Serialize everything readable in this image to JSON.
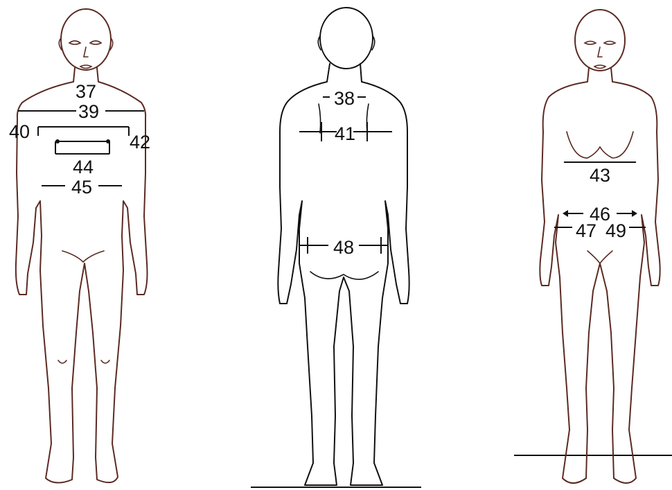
{
  "diagram": {
    "figures": [
      {
        "view": "front",
        "measurements": [
          {
            "label": "37"
          },
          {
            "label": "39"
          },
          {
            "label": "40"
          },
          {
            "label": "42"
          },
          {
            "label": "44"
          },
          {
            "label": "45"
          }
        ]
      },
      {
        "view": "back",
        "measurements": [
          {
            "label": "38"
          },
          {
            "label": "41"
          },
          {
            "label": "48"
          }
        ]
      },
      {
        "view": "front-female",
        "measurements": [
          {
            "label": "43"
          },
          {
            "label": "46"
          },
          {
            "label": "47"
          },
          {
            "label": "49"
          }
        ]
      }
    ],
    "colors": {
      "figure_outline": "#5a2a22",
      "measurement_lines": "#111111",
      "background": "#ffffff"
    }
  }
}
